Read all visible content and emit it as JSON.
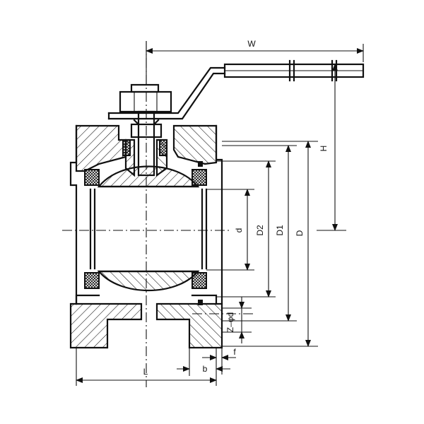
{
  "labels": {
    "W": "W",
    "H": "H",
    "D": "D",
    "D1": "D1",
    "D2": "D2",
    "d": "d",
    "Z_phi_d": "Z–φd",
    "f": "f",
    "b": "b",
    "L": "L"
  }
}
